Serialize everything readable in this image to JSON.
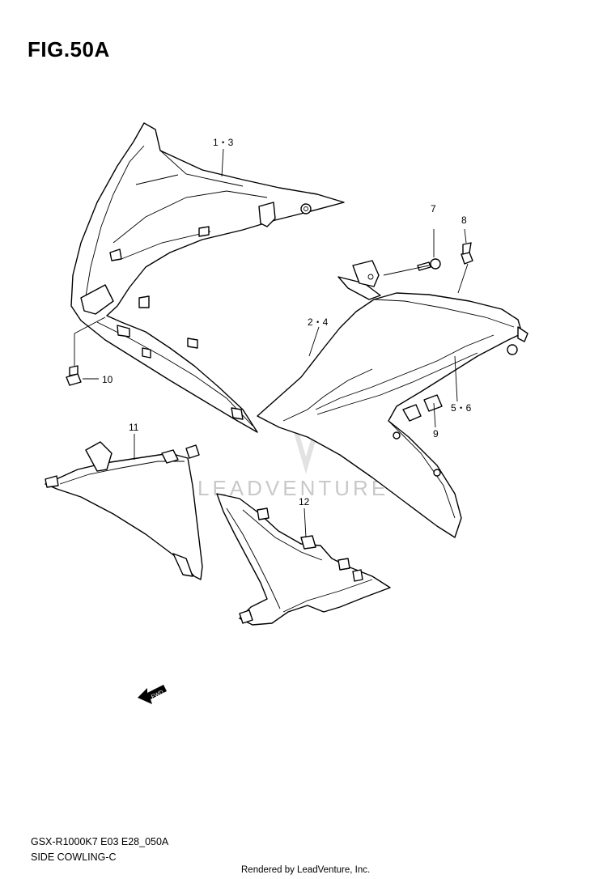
{
  "figure_title": "FIG.50A",
  "callouts": {
    "c1": "1・3",
    "c2": "2・4",
    "c5": "5・6",
    "c7": "7",
    "c8": "8",
    "c9": "9",
    "c10": "10",
    "c11": "11",
    "c12": "12"
  },
  "fwd_label": "FWD",
  "watermark": "LEADVENTURE",
  "footer": {
    "model_code": "GSX-R1000K7 E03 E28_050A",
    "section_name": "SIDE COWLING-C",
    "rendered_by": "Rendered by LeadVenture, Inc."
  }
}
